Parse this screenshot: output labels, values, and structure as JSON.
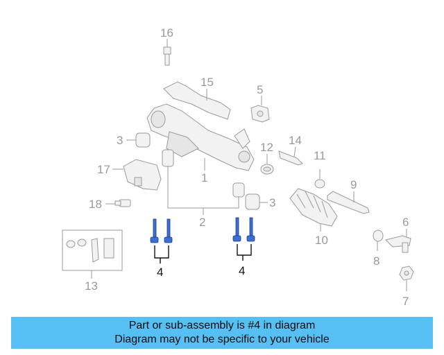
{
  "diagram": {
    "callouts": {
      "c1": "1",
      "c2": "2",
      "c3a": "3",
      "c3b": "3",
      "c4a": "4",
      "c4b": "4",
      "c5": "5",
      "c6": "6",
      "c7": "7",
      "c8": "8",
      "c9": "9",
      "c10": "10",
      "c11": "11",
      "c12": "12",
      "c13": "13",
      "c14": "14",
      "c15": "15",
      "c16": "16",
      "c17": "17",
      "c18": "18"
    },
    "highlight_color": "#3b6fd0"
  },
  "banner": {
    "line1": "Part or sub-assembly is #4 in diagram",
    "line2": "Diagram may not be specific to your vehicle",
    "background": "#56c0f4"
  }
}
